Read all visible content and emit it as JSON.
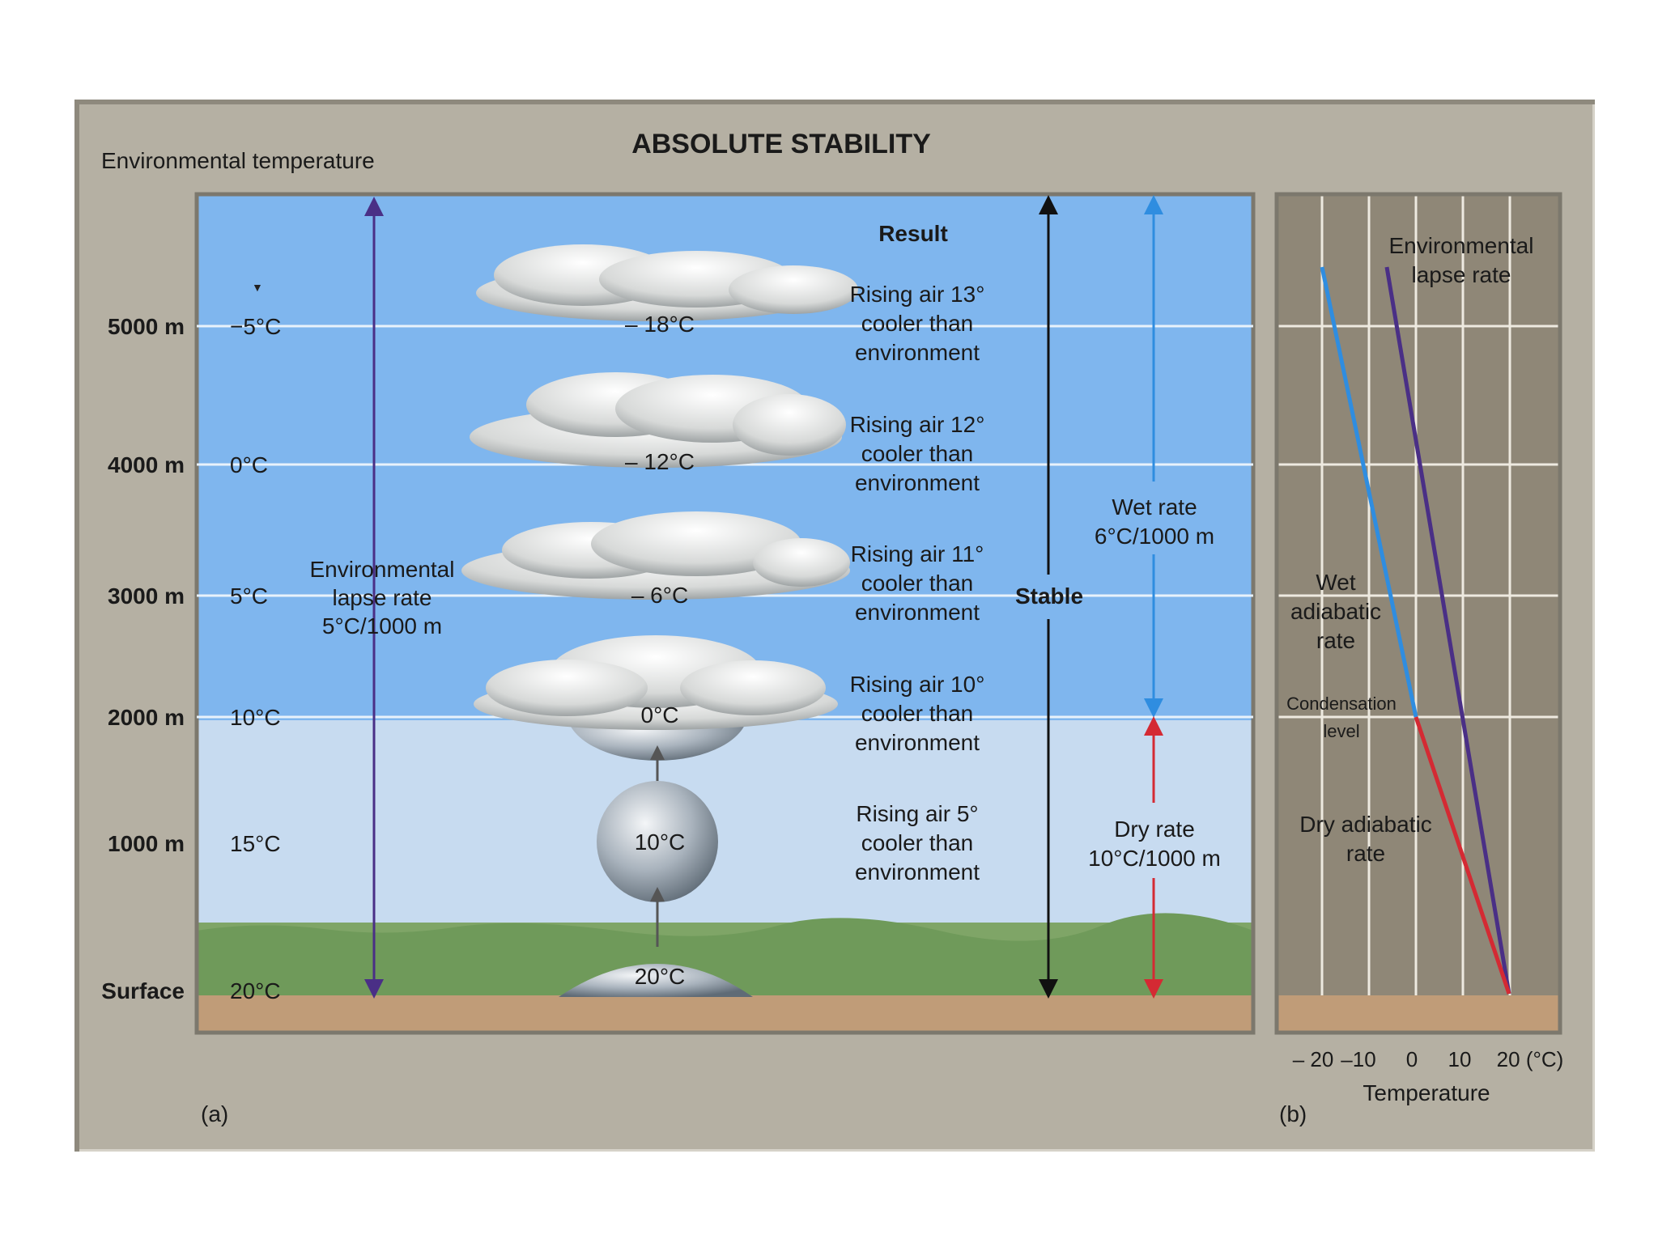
{
  "title": "ABSOLUTE STABILITY",
  "env_temp_heading": "Environmental temperature",
  "result_heading": "Result",
  "altitudes": [
    {
      "label": "5000 m",
      "env": "−5°C",
      "parcel": "– 18°C",
      "result": [
        "Rising air 13°",
        "cooler than",
        "environment"
      ]
    },
    {
      "label": "4000 m",
      "env": "0°C",
      "parcel": "– 12°C",
      "result": [
        "Rising air 12°",
        "cooler than",
        "environment"
      ]
    },
    {
      "label": "3000 m",
      "env": "5°C",
      "parcel": "– 6°C",
      "result": [
        "Rising air 11°",
        "cooler than",
        "environment"
      ]
    },
    {
      "label": "2000 m",
      "env": "10°C",
      "parcel": "0°C",
      "result": [
        "Rising air 10°",
        "cooler than",
        "environment"
      ]
    },
    {
      "label": "1000 m",
      "env": "15°C",
      "parcel": "10°C",
      "result": [
        "Rising air 5°",
        "cooler than",
        "environment"
      ]
    },
    {
      "label": "Surface",
      "env": "20°C",
      "parcel": "20°C",
      "result": []
    }
  ],
  "env_lapse": [
    "Environmental",
    "lapse rate",
    "5°C/1000 m"
  ],
  "stable": "Stable",
  "wet_rate": [
    "Wet rate",
    "6°C/1000 m"
  ],
  "dry_rate": [
    "Dry rate",
    "10°C/1000 m"
  ],
  "panel_a": "(a)",
  "panel_b": "(b)",
  "graph": {
    "env_lapse_label": [
      "Environmental",
      "lapse rate"
    ],
    "wet_label": [
      "Wet",
      "adiabatic",
      "rate"
    ],
    "cond_label": [
      "Condensation",
      "level"
    ],
    "dry_label": [
      "Dry adiabatic",
      "rate"
    ],
    "x_ticks": [
      "– 20",
      "–10",
      "0",
      "10",
      "20 (°C)"
    ],
    "x_title": "Temperature",
    "colors": {
      "environmental": "#4a2f86",
      "wet": "#2f8de0",
      "dry": "#d42a33"
    }
  }
}
